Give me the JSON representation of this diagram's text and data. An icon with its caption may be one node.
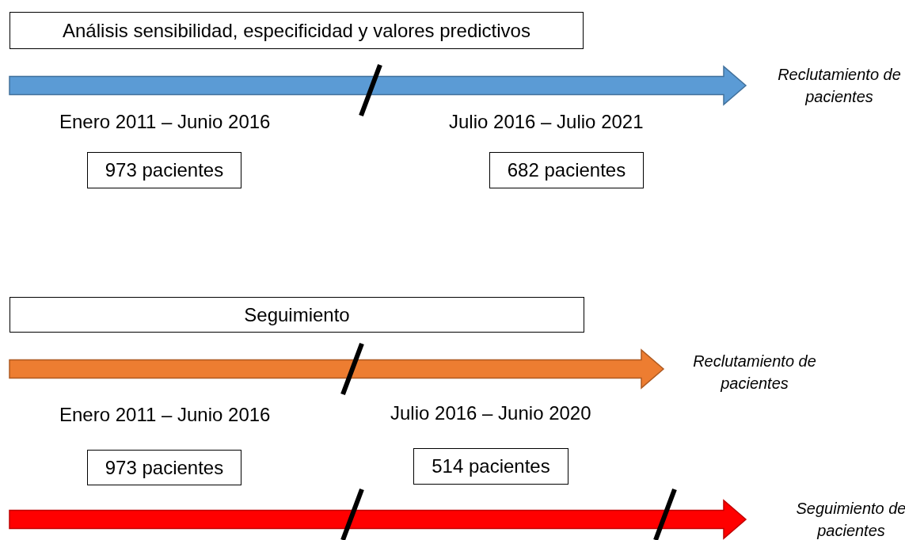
{
  "diagram": {
    "nodes": [
      {
        "text": [
          "Análisis sensibilidad, especificidad y valores predictivos"
        ]
      },
      {
        "text": [
          "973 pacientes"
        ]
      },
      {
        "text": [
          "682 pacientes"
        ]
      },
      {
        "text": [
          "Seguimiento"
        ]
      },
      {
        "text": [
          "973 pacientes"
        ]
      },
      {
        "text": [
          "514 pacientes"
        ]
      }
    ],
    "labels": [
      "Reclutamiento de pacientes",
      "Enero 2011 – Junio 2016",
      "Julio 2016 – Julio 2021",
      "Reclutamiento de pacientes",
      "Enero 2011 – Junio 2016",
      "Julio 2016 – Junio 2020",
      "Seguimiento de pacientes"
    ]
  }
}
